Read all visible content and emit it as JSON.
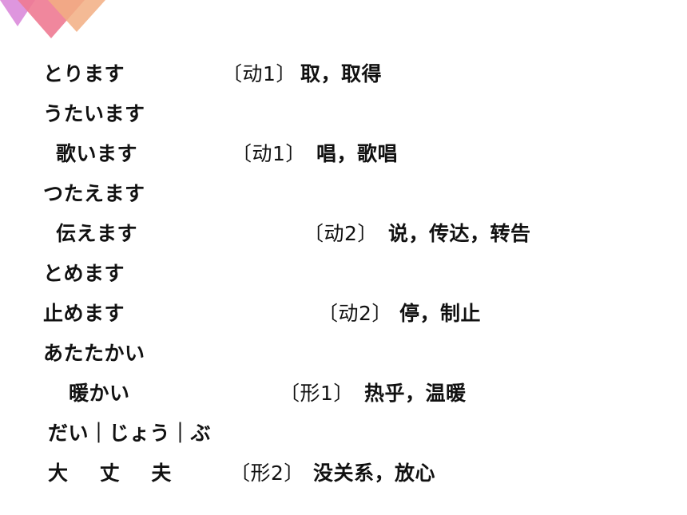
{
  "vocab": [
    {
      "kana": "とります",
      "pos": "〔动1〕",
      "meaning": "取，取得"
    },
    {
      "kana": "うたいます"
    },
    {
      "kana": "歌います",
      "pos": "〔动1〕",
      "meaning": "唱，歌唱"
    },
    {
      "kana": "つたえます"
    },
    {
      "kana": "伝えます",
      "pos": "〔动2〕",
      "meaning": "说，传达，转告"
    },
    {
      "kana": "とめます"
    },
    {
      "kana": "止めます",
      "pos": "〔动2〕",
      "meaning": "停，制止"
    },
    {
      "kana": "あたたかい"
    },
    {
      "kana": "暖かい",
      "pos": "〔形1〕",
      "meaning": "热乎，温暖"
    },
    {
      "kana": "だい｜じょう｜ぶ"
    },
    {
      "kana": "大　 丈　 夫",
      "pos": "〔形2〕",
      "meaning": "没关系，放心"
    }
  ],
  "decoration": {
    "colors": [
      "#d884d8",
      "#ee7a92",
      "#f2ae82"
    ]
  }
}
